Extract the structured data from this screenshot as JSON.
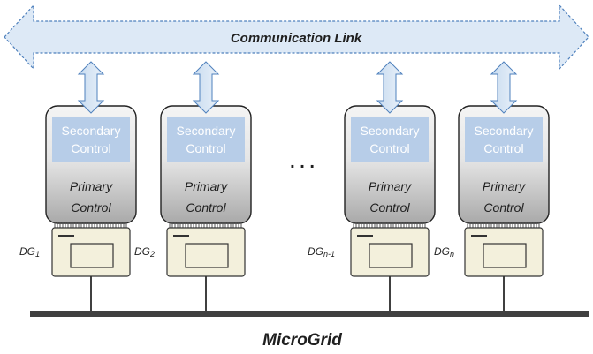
{
  "communication_link": {
    "label": "Communication Link"
  },
  "bus": {
    "label": "MicroGrid"
  },
  "ellipsis": ". . .",
  "units": [
    {
      "dg_label": "DG1",
      "secondary_line1": "Secondary",
      "secondary_line2": "Control",
      "primary_line1": "Primary",
      "primary_line2": "Control"
    },
    {
      "dg_label": "DG2",
      "secondary_line1": "Secondary",
      "secondary_line2": "Control",
      "primary_line1": "Primary",
      "primary_line2": "Control"
    },
    {
      "dg_label": "DGn-1",
      "secondary_line1": "Secondary",
      "secondary_line2": "Control",
      "primary_line1": "Primary",
      "primary_line2": "Control"
    },
    {
      "dg_label": "DGn",
      "secondary_line1": "Secondary",
      "secondary_line2": "Control",
      "primary_line1": "Primary",
      "primary_line2": "Control"
    }
  ],
  "colors": {
    "link_fill": "#dde9f6",
    "link_stroke": "#4f81bd",
    "secondary_fill": "#b7cde8",
    "secondary_text": "#ffffff",
    "unit_top": "#f2f2f2",
    "unit_bottom": "#a6a6a6",
    "dg_fill": "#f3f0dc",
    "bus": "#404040"
  }
}
